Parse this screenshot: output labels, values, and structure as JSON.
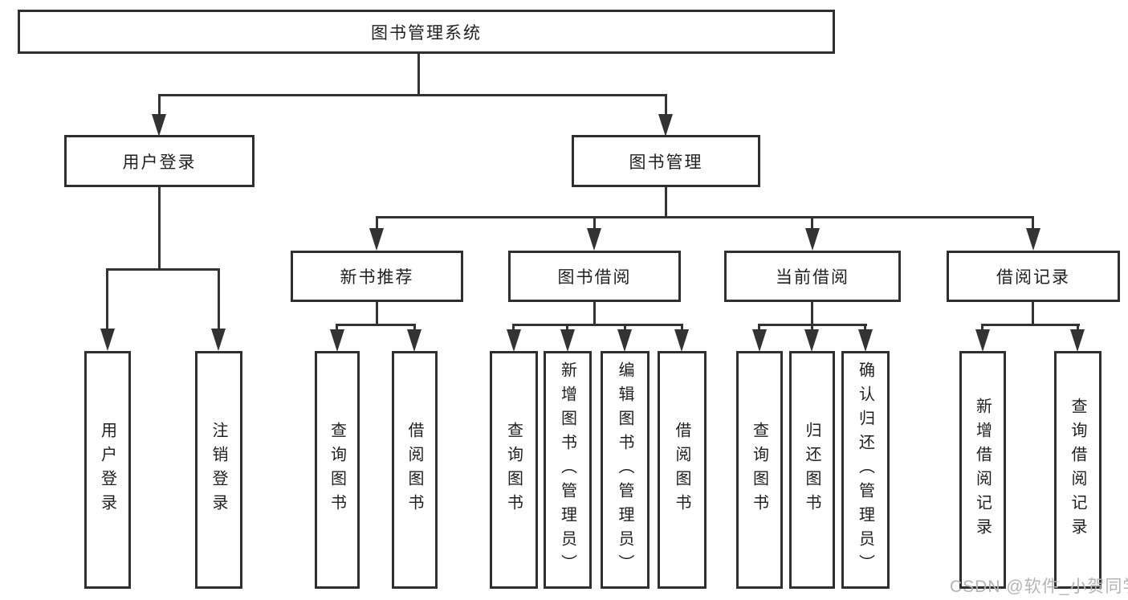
{
  "colors": {
    "line": "#333333",
    "box_border": "#2f2f2f",
    "text": "#1f1f1f",
    "watermark": "#b4b4b4",
    "background": "#ffffff"
  },
  "tree": {
    "root": {
      "label": "图书管理系统"
    },
    "user_login": {
      "label": "用户登录",
      "children": [
        {
          "label": "用户登录"
        },
        {
          "label": "注销登录"
        }
      ]
    },
    "book_mgmt": {
      "label": "图书管理",
      "sections": [
        {
          "label": "新书推荐",
          "children": [
            {
              "label": "查询图书"
            },
            {
              "label": "借阅图书"
            }
          ]
        },
        {
          "label": "图书借阅",
          "children": [
            {
              "label": "查询图书"
            },
            {
              "label": "新增图书（管理员）"
            },
            {
              "label": "编辑图书（管理员）"
            },
            {
              "label": "借阅图书"
            }
          ]
        },
        {
          "label": "当前借阅",
          "children": [
            {
              "label": "查询图书"
            },
            {
              "label": "归还图书"
            },
            {
              "label": "确认归还（管理员）"
            }
          ]
        },
        {
          "label": "借阅记录",
          "children": [
            {
              "label": "新增借阅记录"
            },
            {
              "label": "查询借阅记录"
            }
          ]
        }
      ]
    }
  },
  "watermark": {
    "text": "CSDN @软件_小贺同学"
  }
}
